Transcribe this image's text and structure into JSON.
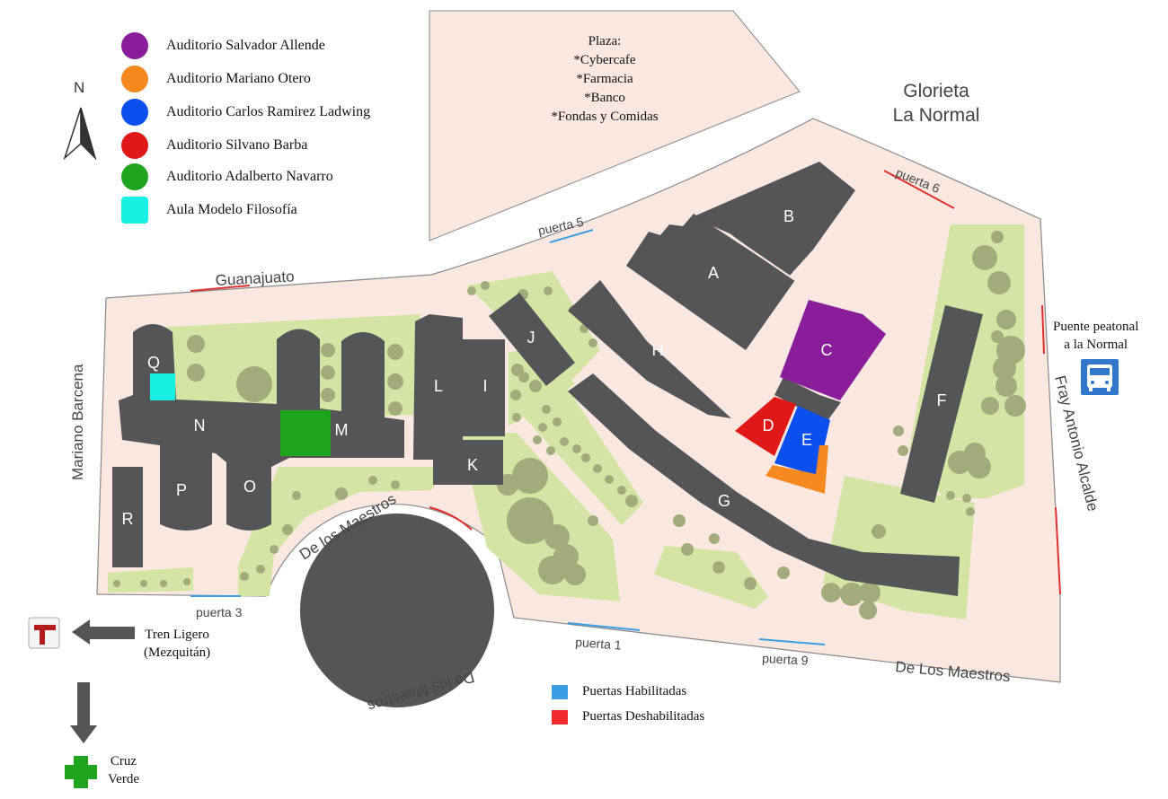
{
  "legend": {
    "items": [
      {
        "label": "Auditorio Salvador Allende",
        "color": "#8a1d9a"
      },
      {
        "label": "Auditorio Mariano Otero",
        "color": "#f5891f"
      },
      {
        "label": "Auditorio Carlos Ramirez Ladwing",
        "color": "#0b4fef"
      },
      {
        "label": "Auditorio Silvano Barba",
        "color": "#e01818"
      },
      {
        "label": "Auditorio Adalberto Navarro",
        "color": "#1ea41e"
      },
      {
        "label": "Aula Modelo Filosofía",
        "color": "#19f0e4"
      }
    ]
  },
  "compass": {
    "letter": "N"
  },
  "plaza": {
    "title": "Plaza:",
    "items": [
      "*Cybercafe",
      "*Farmacia",
      "*Banco",
      "*Fondas y Comidas"
    ]
  },
  "glorieta": {
    "line1": "Glorieta",
    "line2": "La Normal"
  },
  "streets": {
    "guanajuato": "Guanajuato",
    "mariano_barcena": "Mariano Barcena",
    "fray_antonio": "Fray Antonio Alcalde",
    "de_los_maestros_curve": "De los Maestros",
    "de_los_maestros_bottom": "De los Maestros",
    "de_los_maestros_right": "De Los Maestros"
  },
  "gates": {
    "puerta_1": "puerta 1",
    "puerta_3": "puerta 3",
    "puerta_5": "puerta 5",
    "puerta_6": "puerta 6",
    "puerta_9": "puerta 9"
  },
  "buildings": {
    "A": "A",
    "B": "B",
    "C": "C",
    "D": "D",
    "E": "E",
    "F": "F",
    "G": "G",
    "H": "H",
    "I": "I",
    "J": "J",
    "K": "K",
    "L": "L",
    "M": "M",
    "N": "N",
    "O": "O",
    "P": "P",
    "Q": "Q",
    "R": "R"
  },
  "puente": {
    "line1": "Puente peatonal",
    "line2": "a la Normal"
  },
  "tren": {
    "line1": "Tren Ligero",
    "line2": "(Mezquitán)"
  },
  "cruz": {
    "line1": "Cruz",
    "line2": "Verde"
  },
  "doors_legend": [
    {
      "label": "Puertas Habilitadas",
      "color": "#3a9ee4"
    },
    {
      "label": "Puertas Deshabilitadas",
      "color": "#f02a2a"
    }
  ],
  "colors": {
    "campus": "#fae8e0",
    "building": "#555558",
    "green": "#d4e4a4",
    "tree": "#a3aa7b",
    "enabled_gate": "#3a9ee4",
    "disabled_gate": "#e03030",
    "plaza": "#fae8e0"
  },
  "icons": {
    "bus": "bus-stop-icon",
    "train": "train-logo-icon",
    "cross": "medical-cross-icon",
    "compass": "north-arrow-icon"
  }
}
